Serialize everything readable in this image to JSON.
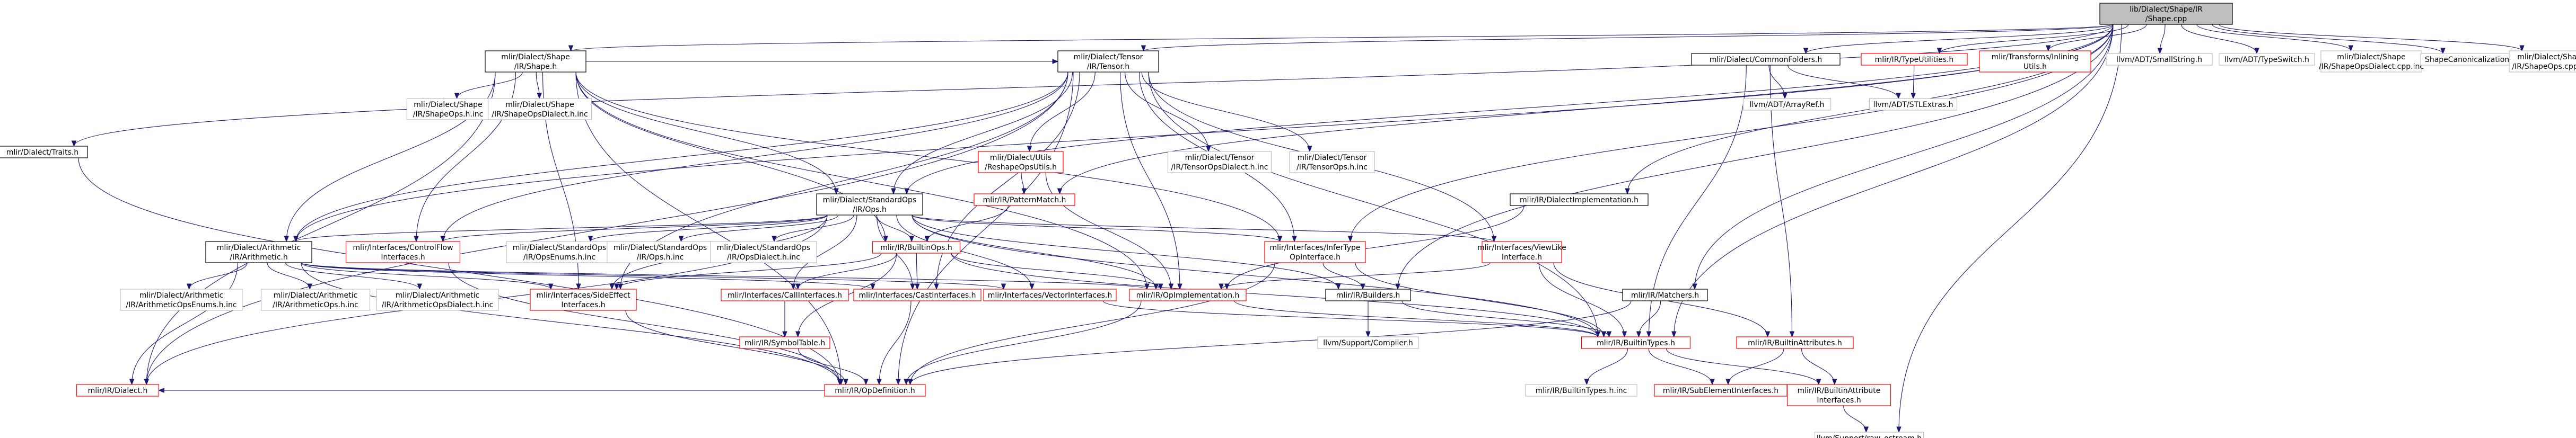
{
  "nodes": [
    {
      "id": "root",
      "lines": [
        "lib/Dialect/Shape/IR",
        "/Shape.cpp"
      ],
      "style": "root"
    },
    {
      "id": "shape_h",
      "lines": [
        "mlir/Dialect/Shape",
        "/IR/Shape.h"
      ],
      "style": "black"
    },
    {
      "id": "traits",
      "lines": [
        "mlir/Dialect/Traits.h"
      ],
      "style": "black"
    },
    {
      "id": "tensor",
      "lines": [
        "mlir/Dialect/Tensor",
        "/IR/Tensor.h"
      ],
      "style": "black"
    },
    {
      "id": "commonfolders",
      "lines": [
        "mlir/Dialect/CommonFolders.h"
      ],
      "style": "black"
    },
    {
      "id": "typeutil",
      "lines": [
        "mlir/IR/TypeUtilities.h"
      ],
      "style": "red"
    },
    {
      "id": "inlining",
      "lines": [
        "mlir/Transforms/Inlining",
        "Utils.h"
      ],
      "style": "red"
    },
    {
      "id": "smallstring",
      "lines": [
        "llvm/ADT/SmallString.h"
      ],
      "style": "gray"
    },
    {
      "id": "typeswitch",
      "lines": [
        "llvm/ADT/TypeSwitch.h"
      ],
      "style": "gray"
    },
    {
      "id": "shapeopsdialectcpp",
      "lines": [
        "mlir/Dialect/Shape",
        "/IR/ShapeOpsDialect.cpp.inc"
      ],
      "style": "gray"
    },
    {
      "id": "shapecanon",
      "lines": [
        "ShapeCanonicalization.inc"
      ],
      "style": "gray"
    },
    {
      "id": "shapeopscpp",
      "lines": [
        "mlir/Dialect/Shape",
        "/IR/ShapeOps.cpp.inc"
      ],
      "style": "gray"
    },
    {
      "id": "shapeopsh",
      "lines": [
        "mlir/Dialect/Shape",
        "/IR/ShapeOps.h.inc"
      ],
      "style": "gray"
    },
    {
      "id": "shapeopsdialecth",
      "lines": [
        "mlir/Dialect/Shape",
        "/IR/ShapeOpsDialect.h.inc"
      ],
      "style": "gray"
    },
    {
      "id": "arrayref",
      "lines": [
        "llvm/ADT/ArrayRef.h"
      ],
      "style": "gray"
    },
    {
      "id": "stlextras",
      "lines": [
        "llvm/ADT/STLExtras.h"
      ],
      "style": "gray"
    },
    {
      "id": "reshapeops",
      "lines": [
        "mlir/Dialect/Utils",
        "/ReshapeOpsUtils.h"
      ],
      "style": "red"
    },
    {
      "id": "tensoropsdialect",
      "lines": [
        "mlir/Dialect/Tensor",
        "/IR/TensorOpsDialect.h.inc"
      ],
      "style": "gray"
    },
    {
      "id": "tensorops",
      "lines": [
        "mlir/Dialect/Tensor",
        "/IR/TensorOps.h.inc"
      ],
      "style": "gray"
    },
    {
      "id": "dialectimpl",
      "lines": [
        "mlir/IR/DialectImplementation.h"
      ],
      "style": "black"
    },
    {
      "id": "stdops",
      "lines": [
        "mlir/Dialect/StandardOps",
        "/IR/Ops.h"
      ],
      "style": "black"
    },
    {
      "id": "patternmatch",
      "lines": [
        "mlir/IR/PatternMatch.h"
      ],
      "style": "red"
    },
    {
      "id": "arith",
      "lines": [
        "mlir/Dialect/Arithmetic",
        "/IR/Arithmetic.h"
      ],
      "style": "black"
    },
    {
      "id": "controlflow",
      "lines": [
        "mlir/Interfaces/ControlFlow",
        "Interfaces.h"
      ],
      "style": "red"
    },
    {
      "id": "stdopsenums",
      "lines": [
        "mlir/Dialect/StandardOps",
        "/IR/OpsEnums.h.inc"
      ],
      "style": "gray"
    },
    {
      "id": "stdopsinc",
      "lines": [
        "mlir/Dialect/StandardOps",
        "/IR/Ops.h.inc"
      ],
      "style": "gray"
    },
    {
      "id": "stdopsdialect",
      "lines": [
        "mlir/Dialect/StandardOps",
        "/IR/OpsDialect.h.inc"
      ],
      "style": "gray"
    },
    {
      "id": "builtinops",
      "lines": [
        "mlir/IR/BuiltinOps.h"
      ],
      "style": "red"
    },
    {
      "id": "infertype",
      "lines": [
        "mlir/Interfaces/InferType",
        "OpInterface.h"
      ],
      "style": "red"
    },
    {
      "id": "viewlike",
      "lines": [
        "mlir/Interfaces/ViewLike",
        "Interface.h"
      ],
      "style": "red"
    },
    {
      "id": "arithenums",
      "lines": [
        "mlir/Dialect/Arithmetic",
        "/IR/ArithmeticOpsEnums.h.inc"
      ],
      "style": "gray"
    },
    {
      "id": "arithops",
      "lines": [
        "mlir/Dialect/Arithmetic",
        "/IR/ArithmeticOps.h.inc"
      ],
      "style": "gray"
    },
    {
      "id": "arithdialect",
      "lines": [
        "mlir/Dialect/Arithmetic",
        "/IR/ArithmeticOpsDialect.h.inc"
      ],
      "style": "gray"
    },
    {
      "id": "sideeffect",
      "lines": [
        "mlir/Interfaces/SideEffect",
        "Interfaces.h"
      ],
      "style": "red"
    },
    {
      "id": "callinterfaces",
      "lines": [
        "mlir/Interfaces/CallInterfaces.h"
      ],
      "style": "red"
    },
    {
      "id": "castinterfaces",
      "lines": [
        "mlir/Interfaces/CastInterfaces.h"
      ],
      "style": "red"
    },
    {
      "id": "vectorinterfaces",
      "lines": [
        "mlir/Interfaces/VectorInterfaces.h"
      ],
      "style": "red"
    },
    {
      "id": "opimpl",
      "lines": [
        "mlir/IR/OpImplementation.h"
      ],
      "style": "red"
    },
    {
      "id": "builders",
      "lines": [
        "mlir/IR/Builders.h"
      ],
      "style": "black"
    },
    {
      "id": "matchers",
      "lines": [
        "mlir/IR/Matchers.h"
      ],
      "style": "black"
    },
    {
      "id": "builtinattrs",
      "lines": [
        "mlir/IR/BuiltinAttributes.h"
      ],
      "style": "red"
    },
    {
      "id": "symboltable",
      "lines": [
        "mlir/IR/SymbolTable.h"
      ],
      "style": "red"
    },
    {
      "id": "compiler",
      "lines": [
        "llvm/Support/Compiler.h"
      ],
      "style": "gray"
    },
    {
      "id": "builtintypes",
      "lines": [
        "mlir/IR/BuiltinTypes.h"
      ],
      "style": "red"
    },
    {
      "id": "opdefinition",
      "lines": [
        "mlir/IR/OpDefinition.h"
      ],
      "style": "red"
    },
    {
      "id": "builtintypesinc",
      "lines": [
        "mlir/IR/BuiltinTypes.h.inc"
      ],
      "style": "gray"
    },
    {
      "id": "subelement",
      "lines": [
        "mlir/IR/SubElementInterfaces.h"
      ],
      "style": "red"
    },
    {
      "id": "builtinattrifaces",
      "lines": [
        "mlir/IR/BuiltinAttribute",
        "Interfaces.h"
      ],
      "style": "red"
    },
    {
      "id": "rawostream",
      "lines": [
        "llvm/Support/raw_ostream.h"
      ],
      "style": "gray"
    },
    {
      "id": "dialect",
      "lines": [
        "mlir/IR/Dialect.h"
      ],
      "style": "red"
    }
  ],
  "edges": [
    [
      "root",
      "shape_h"
    ],
    [
      "root",
      "traits"
    ],
    [
      "root",
      "tensor"
    ],
    [
      "root",
      "commonfolders"
    ],
    [
      "root",
      "typeutil"
    ],
    [
      "root",
      "inlining"
    ],
    [
      "root",
      "smallstring"
    ],
    [
      "root",
      "typeswitch"
    ],
    [
      "root",
      "shapeopsdialectcpp"
    ],
    [
      "root",
      "shapecanon"
    ],
    [
      "root",
      "shapeopscpp"
    ],
    [
      "root",
      "arith"
    ],
    [
      "root",
      "dialectimpl"
    ],
    [
      "root",
      "patternmatch"
    ],
    [
      "root",
      "stdops"
    ],
    [
      "root",
      "builders"
    ],
    [
      "root",
      "builtintypes"
    ],
    [
      "root",
      "matchers"
    ],
    [
      "root",
      "rawostream"
    ],
    [
      "root",
      "infertype"
    ],
    [
      "shape_h",
      "shapeopsh"
    ],
    [
      "shape_h",
      "shapeopsdialecth"
    ],
    [
      "shape_h",
      "arith"
    ],
    [
      "shape_h",
      "controlflow"
    ],
    [
      "shape_h",
      "sideeffect"
    ],
    [
      "shape_h",
      "infertype"
    ],
    [
      "shape_h",
      "builtinops"
    ],
    [
      "shape_h",
      "opimpl"
    ],
    [
      "shape_h",
      "opdefinition"
    ],
    [
      "shape_h",
      "dialect"
    ],
    [
      "shape_h",
      "tensor"
    ],
    [
      "shape_h",
      "stdops"
    ],
    [
      "traits",
      "opdefinition"
    ],
    [
      "tensor",
      "tensoropsdialect"
    ],
    [
      "tensor",
      "tensorops"
    ],
    [
      "tensor",
      "reshapeops"
    ],
    [
      "tensor",
      "arith"
    ],
    [
      "tensor",
      "stdops"
    ],
    [
      "tensor",
      "castinterfaces"
    ],
    [
      "tensor",
      "controlflow"
    ],
    [
      "tensor",
      "sideeffect"
    ],
    [
      "tensor",
      "infertype"
    ],
    [
      "tensor",
      "viewlike"
    ],
    [
      "tensor",
      "opimpl"
    ],
    [
      "tensor",
      "builtintypes"
    ],
    [
      "tensor",
      "opdefinition"
    ],
    [
      "tensor",
      "dialect"
    ],
    [
      "commonfolders",
      "arrayref"
    ],
    [
      "commonfolders",
      "stlextras"
    ],
    [
      "commonfolders",
      "builtinattrs"
    ],
    [
      "commonfolders",
      "builtintypes"
    ],
    [
      "typeutil",
      "stlextras"
    ],
    [
      "reshapeops",
      "patternmatch"
    ],
    [
      "reshapeops",
      "opimpl"
    ],
    [
      "dialectimpl",
      "opimpl"
    ],
    [
      "patternmatch",
      "builtinops"
    ],
    [
      "stdops",
      "arith"
    ],
    [
      "stdops",
      "controlflow"
    ],
    [
      "stdops",
      "stdopsenums"
    ],
    [
      "stdops",
      "stdopsinc"
    ],
    [
      "stdops",
      "stdopsdialect"
    ],
    [
      "stdops",
      "builtinops"
    ],
    [
      "stdops",
      "infertype"
    ],
    [
      "stdops",
      "viewlike"
    ],
    [
      "stdops",
      "sideeffect"
    ],
    [
      "stdops",
      "callinterfaces"
    ],
    [
      "stdops",
      "castinterfaces"
    ],
    [
      "stdops",
      "vectorinterfaces"
    ],
    [
      "stdops",
      "opimpl"
    ],
    [
      "stdops",
      "builders"
    ],
    [
      "stdops",
      "builtintypes"
    ],
    [
      "stdops",
      "dialect"
    ],
    [
      "arith",
      "arithenums"
    ],
    [
      "arith",
      "arithops"
    ],
    [
      "arith",
      "arithdialect"
    ],
    [
      "arith",
      "sideeffect"
    ],
    [
      "arith",
      "castinterfaces"
    ],
    [
      "arith",
      "vectorinterfaces"
    ],
    [
      "arith",
      "opimpl"
    ],
    [
      "arith",
      "opdefinition"
    ],
    [
      "arith",
      "dialect"
    ],
    [
      "controlflow",
      "opdefinition"
    ],
    [
      "builtinops",
      "callinterfaces"
    ],
    [
      "builtinops",
      "castinterfaces"
    ],
    [
      "builtinops",
      "symboltable"
    ],
    [
      "builtinops",
      "opimpl"
    ],
    [
      "builtinops",
      "builtintypes"
    ],
    [
      "builtinops",
      "sideeffect"
    ],
    [
      "infertype",
      "builders"
    ],
    [
      "infertype",
      "builtintypes"
    ],
    [
      "infertype",
      "opdefinition"
    ],
    [
      "viewlike",
      "builtinattrs"
    ],
    [
      "viewlike",
      "builtintypes"
    ],
    [
      "viewlike",
      "opimpl"
    ],
    [
      "sideeffect",
      "opdefinition"
    ],
    [
      "callinterfaces",
      "symboltable"
    ],
    [
      "castinterfaces",
      "opdefinition"
    ],
    [
      "vectorinterfaces",
      "builtintypes"
    ],
    [
      "opimpl",
      "builtintypes"
    ],
    [
      "opimpl",
      "opdefinition"
    ],
    [
      "builders",
      "compiler"
    ],
    [
      "builders",
      "builtintypes"
    ],
    [
      "matchers",
      "builtintypes"
    ],
    [
      "matchers",
      "opdefinition"
    ],
    [
      "builtinattrs",
      "subelement"
    ],
    [
      "builtinattrs",
      "builtinattrifaces"
    ],
    [
      "symboltable",
      "opdefinition"
    ],
    [
      "builtintypes",
      "builtintypesinc"
    ],
    [
      "builtintypes",
      "subelement"
    ],
    [
      "builtintypes",
      "builtinattrifaces"
    ],
    [
      "opdefinition",
      "dialect"
    ],
    [
      "builtinattrifaces",
      "rawostream"
    ]
  ],
  "colors": {
    "edge": "#191970",
    "black_border": "#000000",
    "red_border": "#ff0000",
    "gray_border": "#bfbfbf",
    "root_fill": "#bfbfbf",
    "node_fill": "#ffffff",
    "text": "#000000"
  }
}
